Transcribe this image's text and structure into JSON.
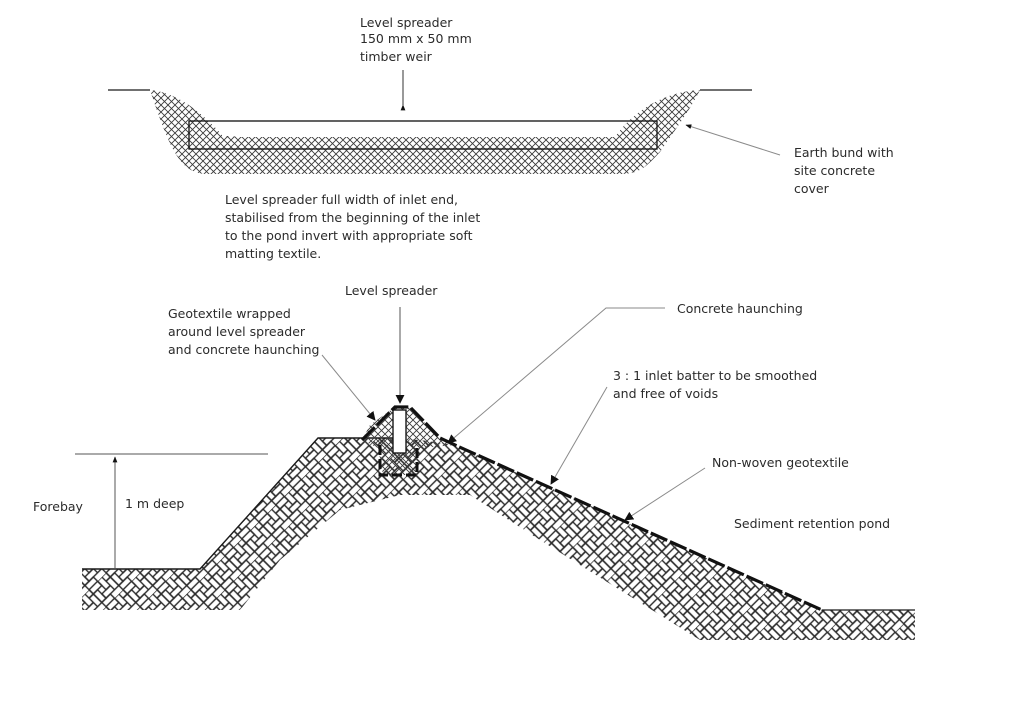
{
  "plan_view": {
    "weir_label": [
      "Level spreader",
      "150 mm x 50 mm",
      "timber weir"
    ],
    "bund_label": [
      "Earth bund with",
      "site concrete",
      "cover"
    ],
    "note": [
      "Level spreader full width of inlet end,",
      "stabilised from the beginning of the inlet",
      "to the pond invert with appropriate soft",
      "matting textile."
    ]
  },
  "section_view": {
    "level_spreader_label": "Level spreader",
    "geotextile_wrap_label": [
      "Geotextile wrapped",
      "around level spreader",
      "and concrete haunching"
    ],
    "haunching_label": "Concrete haunching",
    "batter_label": [
      "3 : 1 inlet batter to be smoothed",
      "and free of voids"
    ],
    "nonwoven_label": "Non-woven  geotextile",
    "pond_label": "Sediment  retention pond",
    "forebay_label": "Forebay",
    "depth_label": "1 m deep"
  },
  "colors": {
    "line": "#1a1a1a",
    "leader": "#8a8a8a",
    "text": "#2b2b2b"
  }
}
